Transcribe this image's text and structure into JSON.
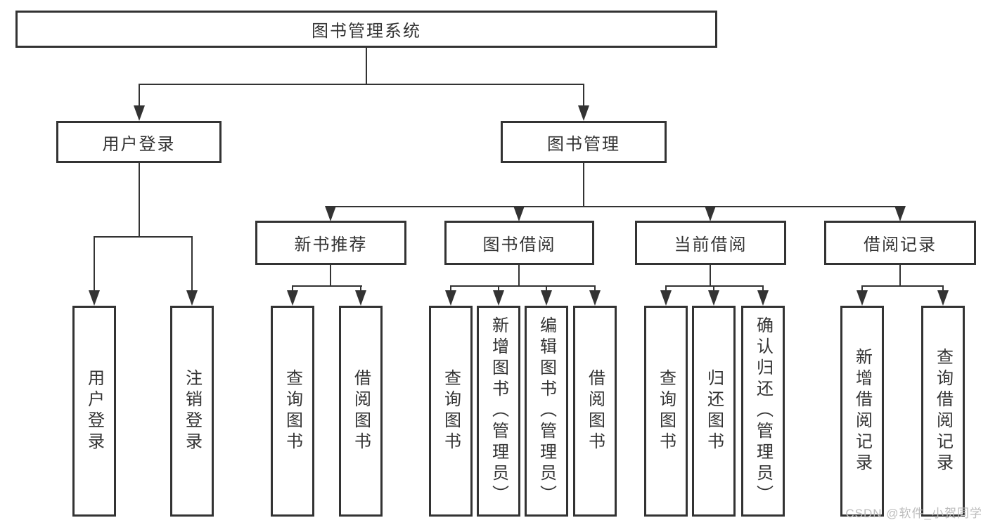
{
  "diagram": {
    "root": {
      "label": "图书管理系统"
    },
    "level2": [
      {
        "label": "用户登录"
      },
      {
        "label": "图书管理"
      }
    ],
    "level3": [
      {
        "label": "新书推荐"
      },
      {
        "label": "图书借阅"
      },
      {
        "label": "当前借阅"
      },
      {
        "label": "借阅记录"
      }
    ],
    "leaves": [
      {
        "label": "用户登录"
      },
      {
        "label": "注销登录"
      },
      {
        "label": "查询图书"
      },
      {
        "label": "借阅图书"
      },
      {
        "label": "查询图书"
      },
      {
        "label": "新增图书（管理员）"
      },
      {
        "label": "编辑图书（管理员）"
      },
      {
        "label": "借阅图书"
      },
      {
        "label": "查询图书"
      },
      {
        "label": "归还图书"
      },
      {
        "label": "确认归还（管理员）"
      },
      {
        "label": "新增借阅记录"
      },
      {
        "label": "查询借阅记录"
      }
    ]
  },
  "watermark": {
    "text": "CSDN @软件_小贺同学"
  },
  "colors": {
    "line": "#333333",
    "text": "#333333",
    "bg": "#ffffff",
    "watermark": "#bcbcbc"
  }
}
